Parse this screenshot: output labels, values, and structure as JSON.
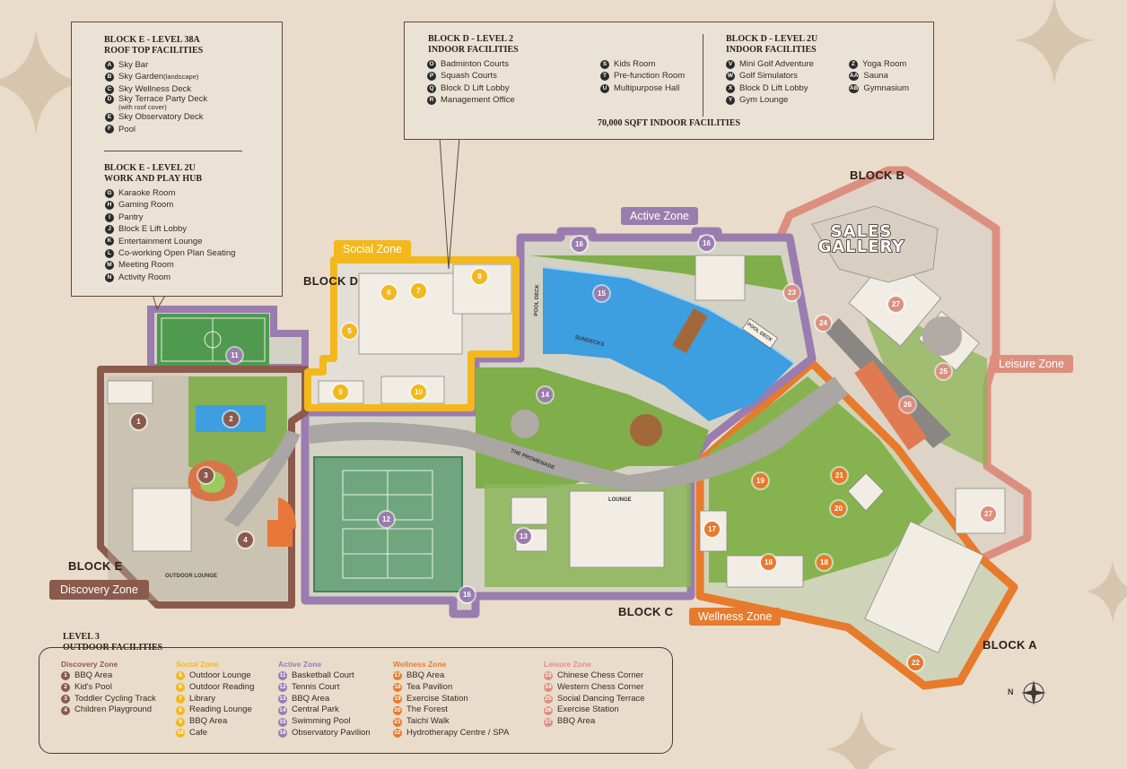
{
  "colors": {
    "background": "#e9dccb",
    "discovery": "#8b5a4d",
    "social": "#f2b81c",
    "active": "#9a7cae",
    "wellness": "#e87a2b",
    "leisure": "#dc8f7f",
    "grass": "#7fae4a",
    "pool": "#3d9ee0",
    "court": "#6fa67d"
  },
  "panel_e": {
    "title_38a": "BLOCK E - LEVEL 38A\nROOF TOP FACILITIES",
    "items_38a": [
      {
        "code": "A",
        "label": "Sky Bar",
        "sub": ""
      },
      {
        "code": "B",
        "label": "Sky Garden ",
        "sub": "(landscape)"
      },
      {
        "code": "C",
        "label": "Sky Wellness Deck",
        "sub": ""
      },
      {
        "code": "D",
        "label": "Sky Terrace Party Deck",
        "sub": "(with roof cover)"
      },
      {
        "code": "E",
        "label": "Sky Observatory Deck",
        "sub": ""
      },
      {
        "code": "F",
        "label": "Pool",
        "sub": ""
      }
    ],
    "title_2u": "BLOCK E - LEVEL 2U\nWORK AND PLAY HUB",
    "items_2u": [
      {
        "code": "G",
        "label": "Karaoke Room"
      },
      {
        "code": "H",
        "label": "Gaming Room"
      },
      {
        "code": "I",
        "label": "Pantry"
      },
      {
        "code": "J",
        "label": "Block E Lift Lobby"
      },
      {
        "code": "K",
        "label": "Entertainment Lounge"
      },
      {
        "code": "L",
        "label": "Co-working Open Plan Seating"
      },
      {
        "code": "M",
        "label": "Meeting Room"
      },
      {
        "code": "N",
        "label": "Activity Room"
      }
    ]
  },
  "panel_d": {
    "title_l2": "BLOCK D - LEVEL 2\nINDOOR FACILITIES",
    "col1": [
      {
        "code": "O",
        "label": "Badminton Courts"
      },
      {
        "code": "P",
        "label": "Squash Courts"
      },
      {
        "code": "Q",
        "label": "Block D Lift Lobby"
      },
      {
        "code": "R",
        "label": "Management Office"
      }
    ],
    "col2": [
      {
        "code": "S",
        "label": "Kids Room"
      },
      {
        "code": "T",
        "label": "Pre-function Room"
      },
      {
        "code": "U",
        "label": "Multipurpose Hall"
      }
    ],
    "title_2u": "BLOCK D - LEVEL 2U\nINDOOR FACILITIES",
    "col3": [
      {
        "code": "V",
        "label": "Mini Golf Adventure"
      },
      {
        "code": "W",
        "label": "Golf Simulators"
      },
      {
        "code": "X",
        "label": "Block D Lift Lobby"
      },
      {
        "code": "Y",
        "label": "Gym Lounge"
      }
    ],
    "col4": [
      {
        "code": "Z",
        "label": "Yoga Room"
      },
      {
        "code": "AA",
        "label": "Sauna"
      },
      {
        "code": "AB",
        "label": "Gymnasium"
      }
    ],
    "footer": "70,000 SQFT INDOOR FACILITIES"
  },
  "legend": {
    "title": "LEVEL 3\nOUTDOOR FACILITIES",
    "zones": [
      {
        "name": "Discovery Zone",
        "color": "#8b5a4d",
        "items": [
          {
            "n": "1",
            "label": "BBQ Area"
          },
          {
            "n": "2",
            "label": "Kid's Pool"
          },
          {
            "n": "3",
            "label": "Toddler Cycling Track"
          },
          {
            "n": "4",
            "label": "Children Playground"
          }
        ]
      },
      {
        "name": "Social Zone",
        "color": "#f2b81c",
        "items": [
          {
            "n": "5",
            "label": "Outdoor Lounge"
          },
          {
            "n": "6",
            "label": "Outdoor Reading"
          },
          {
            "n": "7",
            "label": "Library"
          },
          {
            "n": "8",
            "label": "Reading Lounge"
          },
          {
            "n": "9",
            "label": "BBQ Area"
          },
          {
            "n": "10",
            "label": "Cafe"
          }
        ]
      },
      {
        "name": "Active Zone",
        "color": "#9a7cae",
        "items": [
          {
            "n": "11",
            "label": "Basketball Court"
          },
          {
            "n": "12",
            "label": "Tennis Court"
          },
          {
            "n": "13",
            "label": "BBQ Area"
          },
          {
            "n": "14",
            "label": "Central Park"
          },
          {
            "n": "15",
            "label": "Swimming Pool"
          },
          {
            "n": "16",
            "label": "Observatory Pavilion"
          }
        ]
      },
      {
        "name": "Wellness  Zone",
        "color": "#e87a2b",
        "items": [
          {
            "n": "17",
            "label": "BBQ Area"
          },
          {
            "n": "18",
            "label": "Tea Pavilion"
          },
          {
            "n": "19",
            "label": "Exercise Station"
          },
          {
            "n": "20",
            "label": "The Forest"
          },
          {
            "n": "21",
            "label": "Taichi Walk"
          },
          {
            "n": "22",
            "label": "Hydrotherapy Centre / SPA"
          }
        ]
      },
      {
        "name": "Leisure Zone",
        "color": "#dc8f7f",
        "items": [
          {
            "n": "23",
            "label": "Chinese Chess Corner"
          },
          {
            "n": "24",
            "label": "Western Chess Corner"
          },
          {
            "n": "25",
            "label": "Social Dancing Terrace"
          },
          {
            "n": "26",
            "label": "Exercise Station"
          },
          {
            "n": "27",
            "label": "BBQ Area"
          }
        ]
      }
    ]
  },
  "blocks": {
    "a": "BLOCK A",
    "b": "BLOCK B",
    "c": "BLOCK C",
    "d": "BLOCK D",
    "e": "BLOCK E"
  },
  "zone_labels": {
    "social": "Social Zone",
    "active": "Active Zone",
    "leisure": "Leisure Zone",
    "wellness": "Wellness Zone",
    "discovery": "Discovery Zone"
  },
  "sales_gallery": "SALES\nGALLERY",
  "map_text": {
    "promenade": "THE PROMENADE",
    "pool_deck": "POOL DECK",
    "sundecks": "SUNDECKS",
    "lounge": "LOUNGE",
    "outdoor_lounge": "OUTDOOR LOUNGE"
  },
  "compass": {
    "label": "N",
    "icon": "compass-rose-icon"
  },
  "markers": [
    {
      "n": "1",
      "zone": "discovery"
    },
    {
      "n": "2",
      "zone": "discovery"
    },
    {
      "n": "3",
      "zone": "discovery"
    },
    {
      "n": "4",
      "zone": "discovery"
    },
    {
      "n": "5",
      "zone": "social"
    },
    {
      "n": "6",
      "zone": "social"
    },
    {
      "n": "7",
      "zone": "social"
    },
    {
      "n": "8",
      "zone": "social"
    },
    {
      "n": "9",
      "zone": "social"
    },
    {
      "n": "10",
      "zone": "social"
    },
    {
      "n": "11",
      "zone": "active"
    },
    {
      "n": "12",
      "zone": "active"
    },
    {
      "n": "13",
      "zone": "active"
    },
    {
      "n": "14",
      "zone": "active"
    },
    {
      "n": "15",
      "zone": "active"
    },
    {
      "n": "16",
      "zone": "active"
    },
    {
      "n": "16",
      "zone": "active"
    },
    {
      "n": "16",
      "zone": "active"
    },
    {
      "n": "17",
      "zone": "wellness"
    },
    {
      "n": "18",
      "zone": "wellness"
    },
    {
      "n": "18",
      "zone": "wellness"
    },
    {
      "n": "19",
      "zone": "wellness"
    },
    {
      "n": "20",
      "zone": "wellness"
    },
    {
      "n": "21",
      "zone": "wellness"
    },
    {
      "n": "22",
      "zone": "wellness"
    },
    {
      "n": "23",
      "zone": "leisure"
    },
    {
      "n": "24",
      "zone": "leisure"
    },
    {
      "n": "25",
      "zone": "leisure"
    },
    {
      "n": "26",
      "zone": "leisure"
    },
    {
      "n": "27",
      "zone": "leisure"
    },
    {
      "n": "27",
      "zone": "leisure"
    }
  ]
}
